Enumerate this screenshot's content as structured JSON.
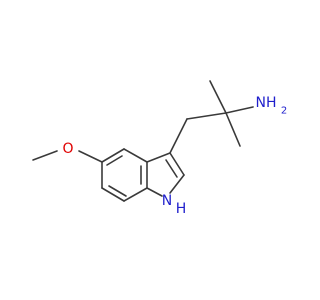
{
  "structure": {
    "atoms": {
      "nitrogen_amine": "NH",
      "nitrogen_amine_subscript": "2",
      "nitrogen_indole": "H",
      "nitrogen_indole_n": "N",
      "oxygen": "O"
    },
    "colors": {
      "bond": "#3a3a3a",
      "nitrogen": "#1f1fcc",
      "oxygen": "#e00000",
      "background": "#ffffff"
    }
  }
}
